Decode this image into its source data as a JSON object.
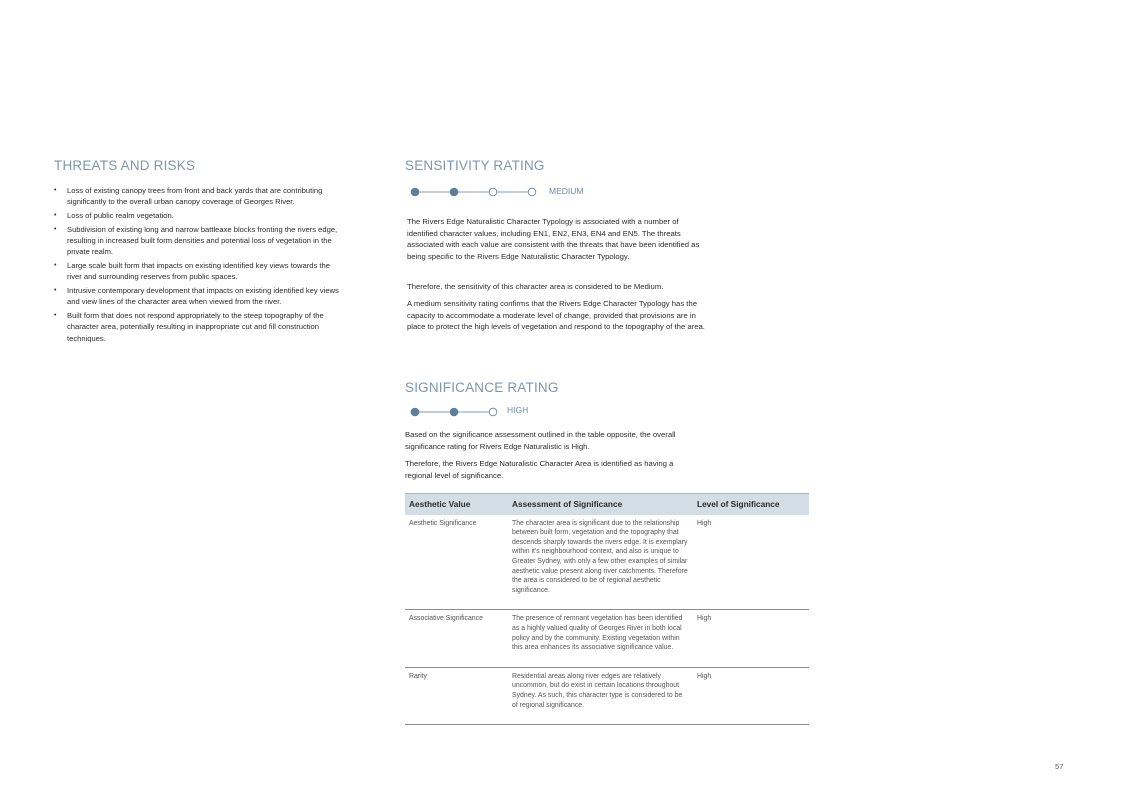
{
  "threats": {
    "heading": "THREATS AND RISKS",
    "items": [
      "Loss of existing canopy trees from front and back yards that are contributing significantly to the overall urban canopy coverage of Georges River.",
      "Loss of public realm vegetation.",
      "Subdivision of existing long and narrow battleaxe blocks fronting the rivers edge, resulting in increased built form densities and potential loss of vegetation in the private realm.",
      "Large scale built form that impacts on existing identified key views towards the river and surrounding reserves from public spaces.",
      "Intrusive contemporary development that impacts on existing identified key views and view lines of the character area when viewed from the river.",
      "Built form that does not respond appropriately to the steep topography of the character area, potentially resulting in inappropriate cut and fill construction techniques."
    ]
  },
  "sensitivity": {
    "heading": "SENSITIVITY RATING",
    "level": "MEDIUM",
    "rating_filled": 2,
    "rating_total": 4,
    "paragraphs": [
      "The Rivers Edge Naturalistic Character Typology is associated with a number of identified character values, including EN1, EN2, EN3, EN4 and EN5. The threats associated with each value are consistent with the threats that have been identified as being specific to the Rivers Edge Naturalistic Character Typology.",
      "Therefore, the sensitivity of this character area is considered to be Medium.",
      "A medium sensitivity rating confirms that the Rivers Edge Character Typology has the capacity to accommodate a moderate level of change, provided that provisions are in place to protect the high levels of vegetation and respond to the topography of the area."
    ]
  },
  "significance": {
    "heading": "SIGNIFICANCE RATING",
    "level": "HIGH",
    "rating_filled": 2,
    "rating_total": 3,
    "paragraphs": [
      "Based on the significance assessment outlined in the table opposite, the overall significance rating for Rivers Edge Naturalistic is High.",
      "Therefore, the Rivers Edge Naturalistic Character Area is identified as having a regional level of significance."
    ],
    "table": {
      "headers": [
        "Aesthetic Value",
        "Assessment of Significance",
        "Level of Significance"
      ],
      "rows": [
        {
          "value": "Aesthetic Significance",
          "assessment": "The character area is significant due to the relationship between built form, vegetation and the topography that descends sharply towards the rivers edge. It is exemplary within it's neighbourhood context, and also is unique to Greater Sydney, with only a few other examples of similar aesthetic value present along river catchments. Therefore the area is considered to be of regional aesthetic significance.",
          "level": "High"
        },
        {
          "value": "Associative Significance",
          "assessment": "The presence of remnant vegetation has been identified as a highly valued quality of Georges River in both local policy and by the community. Existing vegetation within this area enhances its associative significance value.",
          "level": "High"
        },
        {
          "value": "Rarity",
          "assessment": "Residential areas along river edges are relatively uncommon, but do exist in certain locations throughout Sydney. As such, this character type is considered to be of regional significance.",
          "level": "High"
        }
      ]
    }
  },
  "colors": {
    "accent": "#7e97ab",
    "dot": "#5e7f99",
    "table_header": "#d3dde5"
  },
  "page_number": "57"
}
